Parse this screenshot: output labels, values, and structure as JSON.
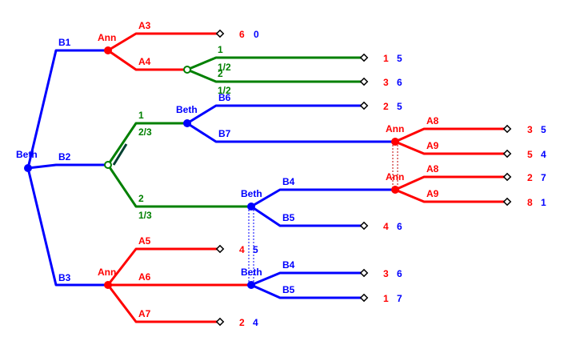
{
  "colors": {
    "ann": "#ff0000",
    "beth": "#0000ff",
    "chance": "#008000",
    "black": "#000000"
  },
  "players": {
    "ann": "Ann",
    "beth": "Beth"
  },
  "moves": {
    "b1": "B1",
    "b2": "B2",
    "b3": "B3",
    "a3": "A3",
    "a4": "A4",
    "chance_top_1": "1",
    "chance_top_2": "2",
    "prob_top_1": "1/2",
    "prob_top_2": "1/2",
    "chance_mid_1": "1",
    "chance_mid_2": "2",
    "prob_mid_1": "2/3",
    "prob_mid_2": "1/3",
    "b6": "B6",
    "b7": "B7",
    "a8_top": "A8",
    "a9_top": "A9",
    "a8_bottom": "A8",
    "a9_bottom": "A9",
    "b4_mid": "B4",
    "b5_mid": "B5",
    "a5": "A5",
    "a6": "A6",
    "a7": "A7",
    "b4_low": "B4",
    "b5_low": "B5"
  },
  "payoffs": [
    {
      "ann": "6",
      "beth": "0"
    },
    {
      "ann": "1",
      "beth": "5"
    },
    {
      "ann": "3",
      "beth": "6"
    },
    {
      "ann": "2",
      "beth": "5"
    },
    {
      "ann": "3",
      "beth": "5"
    },
    {
      "ann": "5",
      "beth": "4"
    },
    {
      "ann": "2",
      "beth": "7"
    },
    {
      "ann": "8",
      "beth": "1"
    },
    {
      "ann": "4",
      "beth": "6"
    },
    {
      "ann": "4",
      "beth": "5"
    },
    {
      "ann": "3",
      "beth": "6"
    },
    {
      "ann": "1",
      "beth": "7"
    },
    {
      "ann": "2",
      "beth": "4"
    }
  ]
}
